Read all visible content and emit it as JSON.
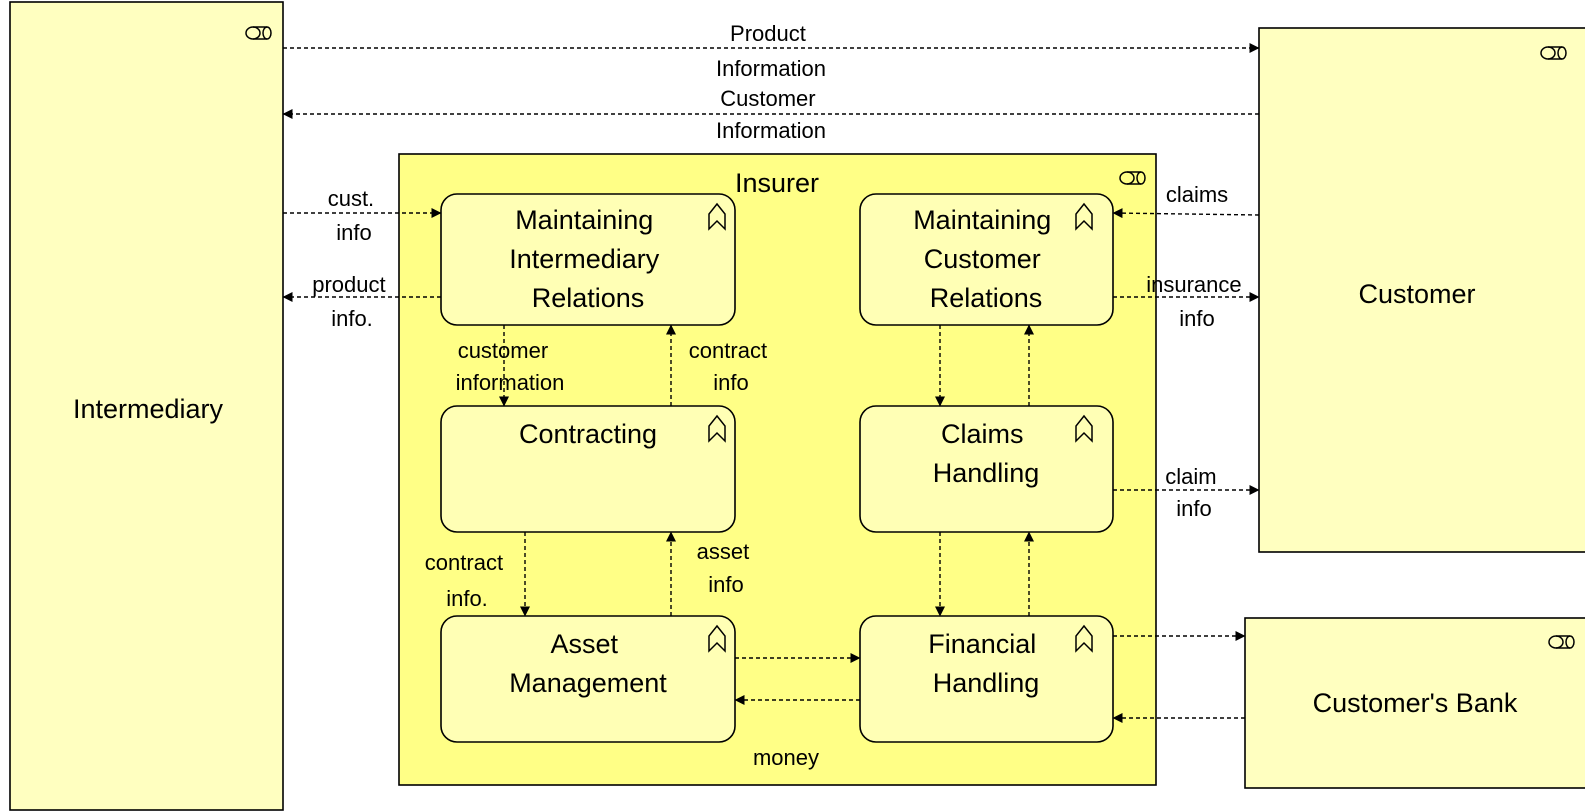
{
  "colors": {
    "actor_fill": "#ffffc0",
    "insurer_fill": "#ffff86",
    "function_fill": "#ffffb5",
    "line": "#000000"
  },
  "icons": {
    "actor_role": "role-icon",
    "business_function": "function-chevron-icon"
  },
  "actors": {
    "intermediary": "Intermediary",
    "customer": "Customer",
    "customers_bank": "Customer's Bank",
    "insurer": "Insurer"
  },
  "functions": {
    "maintaining_intermediary": [
      "Maintaining",
      "Intermediary",
      "Relations"
    ],
    "maintaining_customer": [
      "Maintaining",
      "Customer",
      "Relations"
    ],
    "contracting": [
      "Contracting"
    ],
    "claims_handling": [
      "Claims",
      "Handling"
    ],
    "asset_management": [
      "Asset",
      "Management"
    ],
    "financial_handling": [
      "Financial",
      "Handling"
    ]
  },
  "flows": {
    "product_information": [
      "Product",
      "Information"
    ],
    "customer_information": [
      "Customer",
      "Information"
    ],
    "cust_info": [
      "cust.",
      "info"
    ],
    "product_info": [
      "product",
      "info."
    ],
    "customer_info_down": [
      "customer",
      "information"
    ],
    "contract_info_up": [
      "contract",
      "info"
    ],
    "contract_info_down": [
      "contract",
      "info."
    ],
    "asset_info": [
      "asset",
      "info"
    ],
    "claims": [
      "claims"
    ],
    "insurance_info": [
      "insurance",
      "info"
    ],
    "claim_info": [
      "claim",
      "info"
    ],
    "money": [
      "money"
    ]
  }
}
